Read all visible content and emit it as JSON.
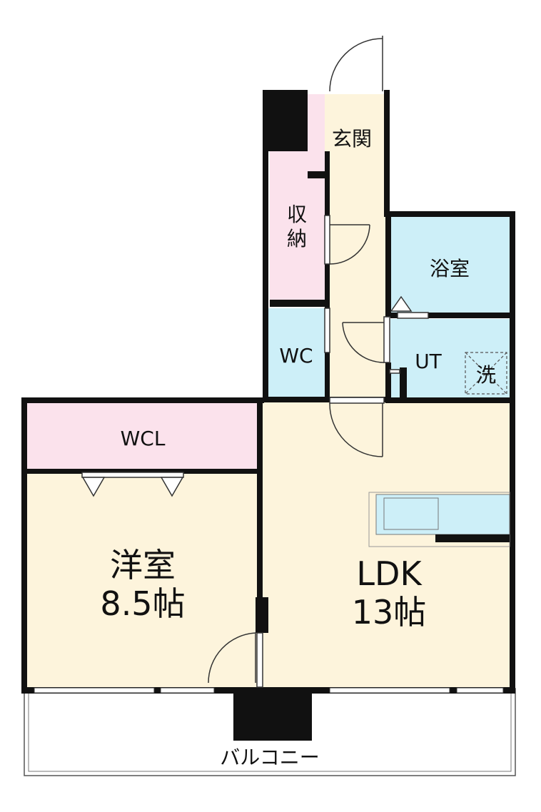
{
  "colors": {
    "wall": "#111111",
    "floor_cream": "#fdf4dc",
    "wet_blue": "#cdeff8",
    "storage_pink": "#fbe2ec",
    "balcony_fill": "#ffffff"
  },
  "rooms": {
    "entrance": "玄関",
    "storage_line1": "収",
    "storage_line2": "納",
    "bath": "浴室",
    "wc": "WC",
    "utility": "UT",
    "washer": "洗",
    "wcl": "WCL",
    "western_line1": "洋室",
    "western_line2": "8.5帖",
    "ldk_line1": "LDK",
    "ldk_line2": "13帖",
    "balcony": "バルコニー"
  },
  "icons": {
    "entry_door": "door-swing-icon",
    "kitchen": "kitchen-counter-icon",
    "washer": "washing-machine-icon"
  }
}
